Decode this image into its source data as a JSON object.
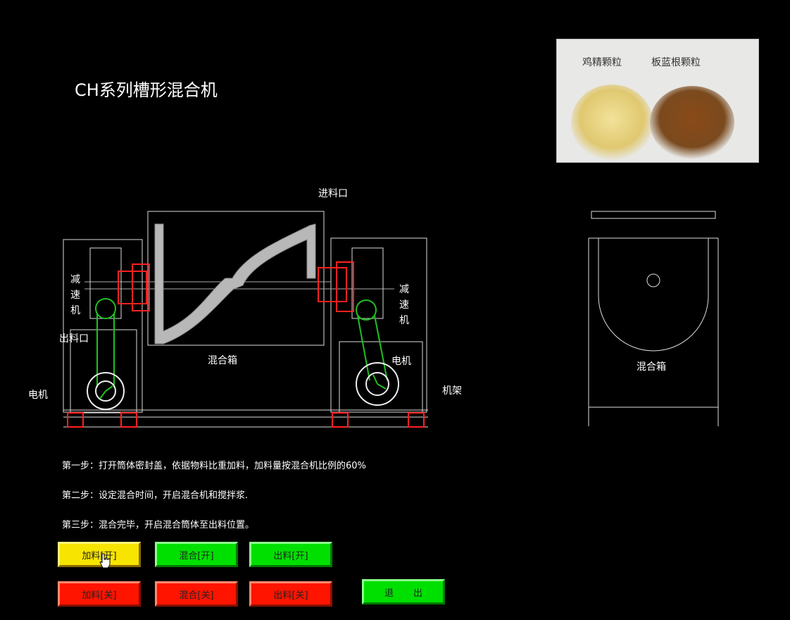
{
  "title": "CH系列槽形混合机",
  "photo": {
    "left_label": "鸡精颗粒",
    "right_label": "板蓝根颗粒"
  },
  "diagram": {
    "inlet": "进料口",
    "reducer_left": "减速机",
    "reducer_right": "减速机",
    "outlet": "出料口",
    "mixing_box": "混合箱",
    "motor_left": "电机",
    "motor_right": "电机",
    "frame": "机架",
    "side_mixing_box": "混合箱"
  },
  "steps": [
    "第一步：打开筒体密封盖，依据物料比重加料，加料量按混合机比例的60%",
    "第二步：设定混合时间，开启混合机和搅拌浆.",
    "第三步：混合完毕，开启混合筒体至出料位置。"
  ],
  "buttons": {
    "feed_on": "加料[开]",
    "mix_on": "混合[开]",
    "discharge_on": "出料[开]",
    "feed_off": "加料[关]",
    "mix_off": "混合[关]",
    "discharge_off": "出料[关]",
    "exit": "退出"
  },
  "colors": {
    "yellow": "#f7e400",
    "green": "#00e000",
    "red": "#ff1400",
    "background": "#000000"
  },
  "icons": {
    "cursor": "hand-pointer-icon"
  }
}
